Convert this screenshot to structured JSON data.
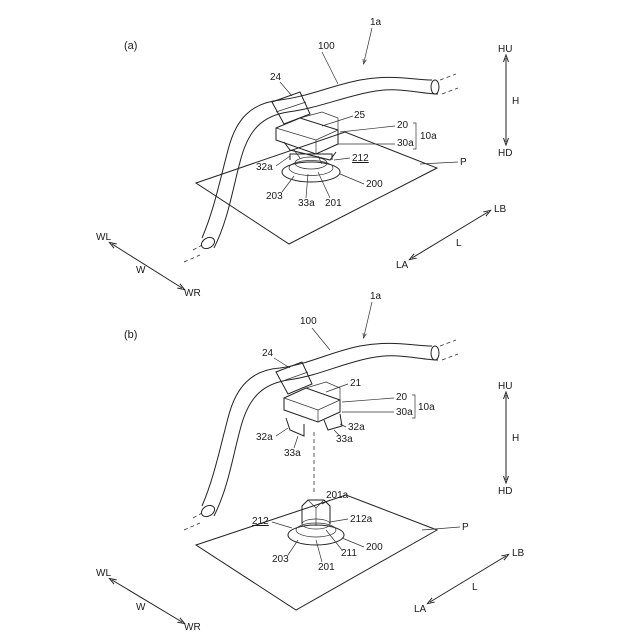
{
  "fig_a": {
    "label": "(a)",
    "assembly": "1a",
    "wire": "100",
    "band": "24",
    "part_25": "25",
    "part_20": "20",
    "part_10a": "10a",
    "part_30a": "30a",
    "part_212": "212",
    "part_32a": "32a",
    "plate": "P",
    "part_200": "200",
    "part_203": "203",
    "part_33a": "33a",
    "part_201": "201"
  },
  "fig_b": {
    "label": "(b)",
    "assembly": "1a",
    "wire": "100",
    "band": "24",
    "part_21": "21",
    "part_20": "20",
    "part_10a": "10a",
    "part_30a": "30a",
    "part_32a_right": "32a",
    "part_33a_right": "33a",
    "part_32a_left": "32a",
    "part_33a_left": "33a",
    "part_201a": "201a",
    "part_212": "212",
    "part_212a": "212a",
    "plate": "P",
    "part_200": "200",
    "part_203": "203",
    "part_201": "201",
    "part_211": "211"
  },
  "directions": {
    "HU": "HU",
    "H": "H",
    "HD": "HD",
    "WL": "WL",
    "W": "W",
    "WR": "WR",
    "LB": "LB",
    "L": "L",
    "LA": "LA"
  }
}
